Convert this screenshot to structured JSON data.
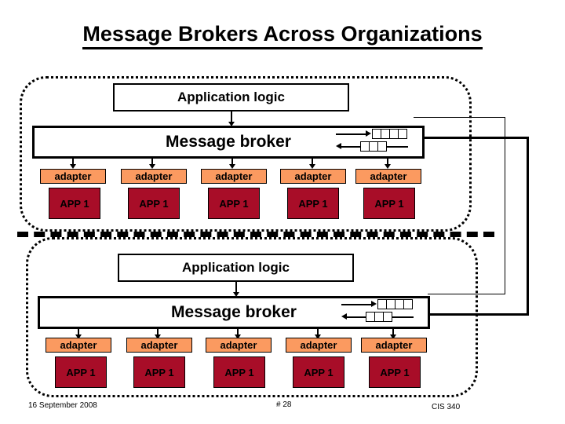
{
  "slide": {
    "title": "Message Brokers Across Organizations"
  },
  "organizations": [
    {
      "id": "top",
      "application_logic_label": "Application logic",
      "message_broker_label": "Message broker",
      "adapters": [
        "adapter",
        "adapter",
        "adapter",
        "adapter",
        "adapter"
      ],
      "apps": [
        "APP 1",
        "APP 1",
        "APP 1",
        "APP 1",
        "APP 1"
      ],
      "queues": [
        {
          "direction": "outbound",
          "cells": 4
        },
        {
          "direction": "inbound",
          "cells": 3
        }
      ]
    },
    {
      "id": "bottom",
      "application_logic_label": "Application logic",
      "message_broker_label": "Message broker",
      "adapters": [
        "adapter",
        "adapter",
        "adapter",
        "adapter",
        "adapter"
      ],
      "apps": [
        "APP 1",
        "APP 1",
        "APP 1",
        "APP 1",
        "APP 1"
      ],
      "queues": [
        {
          "direction": "outbound",
          "cells": 4
        },
        {
          "direction": "inbound",
          "cells": 3
        }
      ]
    }
  ],
  "footer": {
    "date": "16 September 2008",
    "page": "# 28",
    "course": "CIS 340"
  },
  "colors": {
    "adapter_fill": "#FB9A60",
    "app_fill": "#A80D28",
    "line": "#000000",
    "background": "#FFFFFF"
  }
}
